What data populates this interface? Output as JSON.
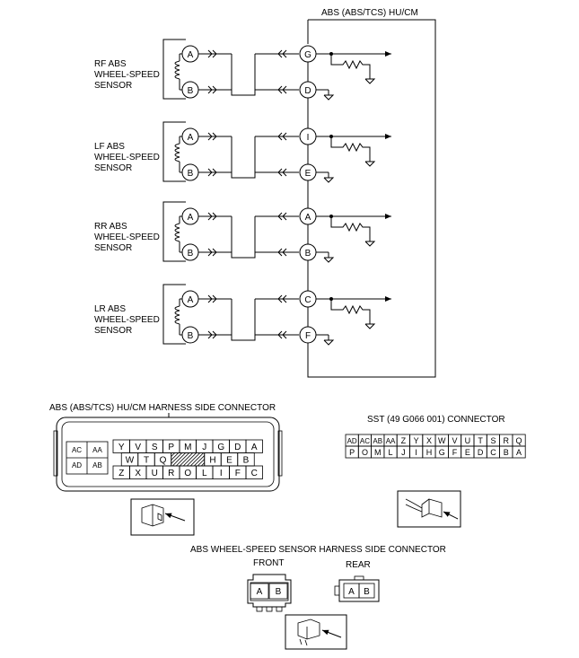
{
  "module": {
    "title": "ABS (ABS/TCS) HU/CM"
  },
  "sensors": [
    {
      "label": [
        "RF ABS",
        "WHEEL-SPEED",
        "SENSOR"
      ],
      "pins": [
        "A",
        "B"
      ],
      "module_pins": [
        "G",
        "D"
      ]
    },
    {
      "label": [
        "LF ABS",
        "WHEEL-SPEED",
        "SENSOR"
      ],
      "pins": [
        "A",
        "B"
      ],
      "module_pins": [
        "I",
        "E"
      ]
    },
    {
      "label": [
        "RR ABS",
        "WHEEL-SPEED",
        "SENSOR"
      ],
      "pins": [
        "A",
        "B"
      ],
      "module_pins": [
        "A",
        "B"
      ]
    },
    {
      "label": [
        "LR ABS",
        "WHEEL-SPEED",
        "SENSOR"
      ],
      "pins": [
        "A",
        "B"
      ],
      "module_pins": [
        "C",
        "F"
      ]
    }
  ],
  "hu_connector": {
    "title": "ABS (ABS/TCS) HU/CM HARNESS SIDE CONNECTOR",
    "left_top": [
      "AC",
      "AA"
    ],
    "left_bottom": [
      "AD",
      "AB"
    ],
    "row1": [
      "Y",
      "V",
      "S",
      "P",
      "M",
      "J",
      "G",
      "D",
      "A"
    ],
    "row2": [
      "W",
      "T",
      "Q",
      "",
      "H",
      "E",
      "B"
    ],
    "row3": [
      "Z",
      "X",
      "U",
      "R",
      "O",
      "L",
      "I",
      "F",
      "C"
    ]
  },
  "sst_connector": {
    "title": "SST (49 G066 001) CONNECTOR",
    "row1": [
      "AD",
      "AC",
      "AB",
      "AA",
      "Z",
      "Y",
      "X",
      "W",
      "V",
      "U",
      "T",
      "S",
      "R",
      "Q"
    ],
    "row2": [
      "P",
      "O",
      "M",
      "L",
      "J",
      "I",
      "H",
      "G",
      "F",
      "E",
      "D",
      "C",
      "B",
      "A"
    ]
  },
  "sensor_connector": {
    "title": "ABS WHEEL-SPEED SENSOR HARNESS SIDE CONNECTOR",
    "front_label": "FRONT",
    "rear_label": "REAR",
    "front_pins": [
      "A",
      "B"
    ],
    "rear_pins": [
      "A",
      "B"
    ]
  }
}
